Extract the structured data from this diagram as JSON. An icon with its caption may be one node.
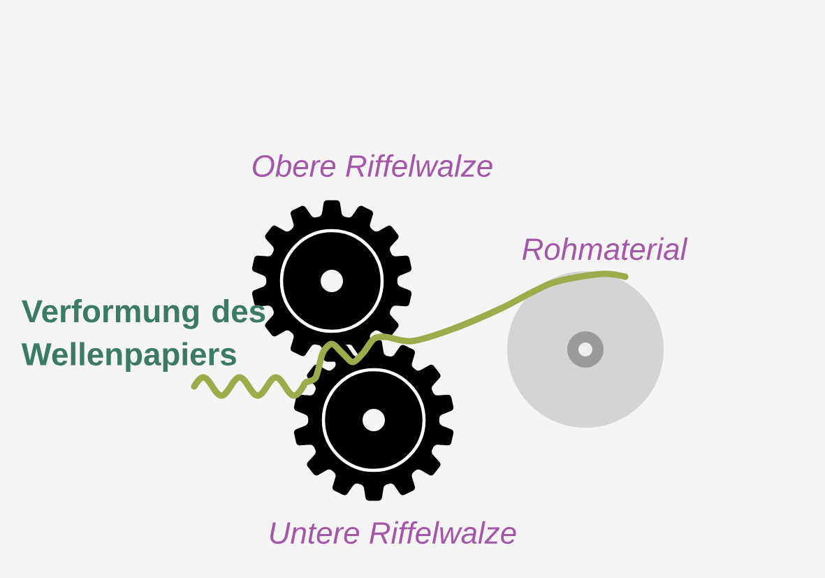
{
  "diagram": {
    "nodes": [
      {
        "text": [],
        "shape": "gear",
        "beside": [
          "Obere Riffelwalze"
        ]
      },
      {
        "text": [],
        "shape": "gear",
        "beside": [
          "Untere Riffelwalze"
        ]
      },
      {
        "text": [],
        "shape": "circle",
        "beside": [
          "Rohmaterial"
        ]
      }
    ],
    "labels": [
      "Verformung des Wellenpapiers"
    ]
  }
}
